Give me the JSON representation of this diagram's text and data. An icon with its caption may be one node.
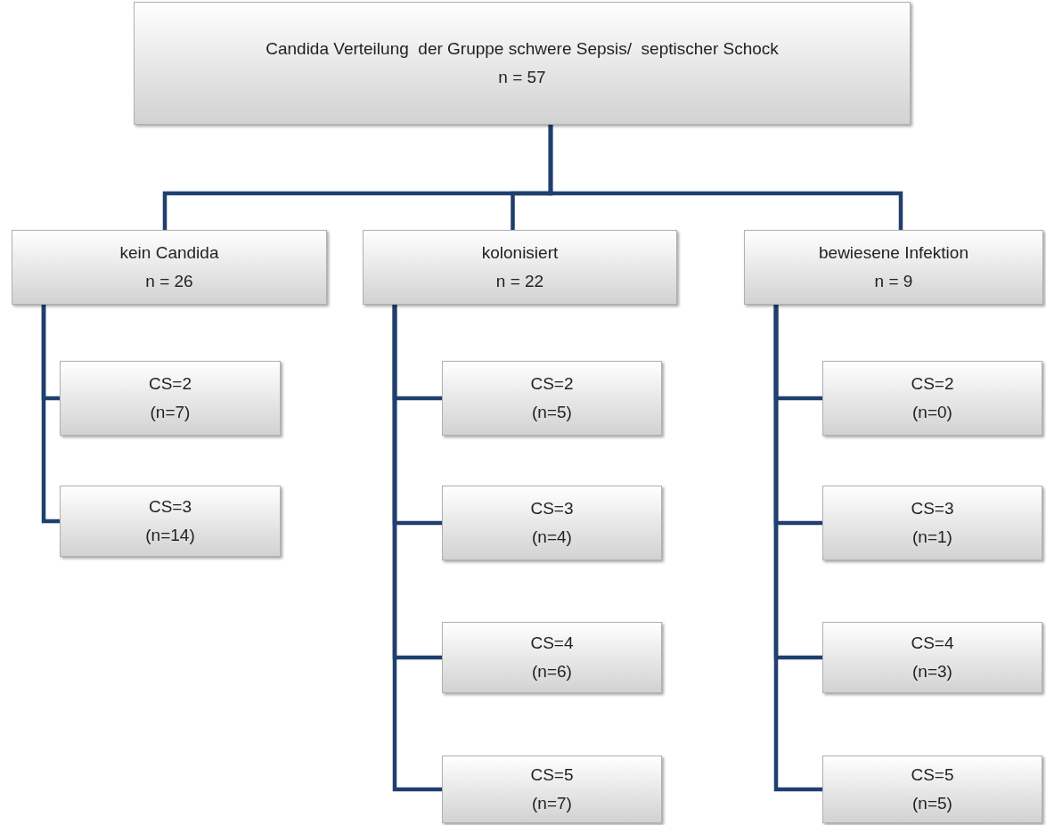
{
  "diagram": {
    "nodes": [
      {
        "text": [
          "Candida Verteilung  der Gruppe schwere Sepsis/  septischer Schock",
          "n = 57"
        ]
      },
      {
        "text": [
          "kein Candida",
          "n = 26"
        ]
      },
      {
        "text": [
          "kolonisiert",
          "n = 22"
        ]
      },
      {
        "text": [
          "bewiesene Infektion",
          "n = 9"
        ]
      },
      {
        "text": [
          "CS=2",
          "(n=7)"
        ]
      },
      {
        "text": [
          "CS=3",
          "(n=14)"
        ]
      },
      {
        "text": [
          "CS=2",
          "(n=5)"
        ]
      },
      {
        "text": [
          "CS=3",
          "(n=4)"
        ]
      },
      {
        "text": [
          "CS=4",
          "(n=6)"
        ]
      },
      {
        "text": [
          "CS=5",
          "(n=7)"
        ]
      },
      {
        "text": [
          "CS=2",
          "(n=0)"
        ]
      },
      {
        "text": [
          "CS=3",
          "(n=1)"
        ]
      },
      {
        "text": [
          "CS=4",
          "(n=3)"
        ]
      },
      {
        "text": [
          "CS=5",
          "(n=5)"
        ]
      }
    ],
    "edges": [
      {
        "from": 0,
        "to": 1,
        "arrow": "none"
      },
      {
        "from": 0,
        "to": 2,
        "arrow": "none"
      },
      {
        "from": 0,
        "to": 3,
        "arrow": "none"
      },
      {
        "from": 1,
        "to": 4,
        "arrow": "none"
      },
      {
        "from": 1,
        "to": 5,
        "arrow": "none"
      },
      {
        "from": 2,
        "to": 6,
        "arrow": "none"
      },
      {
        "from": 2,
        "to": 7,
        "arrow": "none"
      },
      {
        "from": 2,
        "to": 8,
        "arrow": "none"
      },
      {
        "from": 2,
        "to": 9,
        "arrow": "none"
      },
      {
        "from": 3,
        "to": 10,
        "arrow": "none"
      },
      {
        "from": 3,
        "to": 11,
        "arrow": "none"
      },
      {
        "from": 3,
        "to": 12,
        "arrow": "none"
      },
      {
        "from": 3,
        "to": 13,
        "arrow": "none"
      }
    ]
  }
}
